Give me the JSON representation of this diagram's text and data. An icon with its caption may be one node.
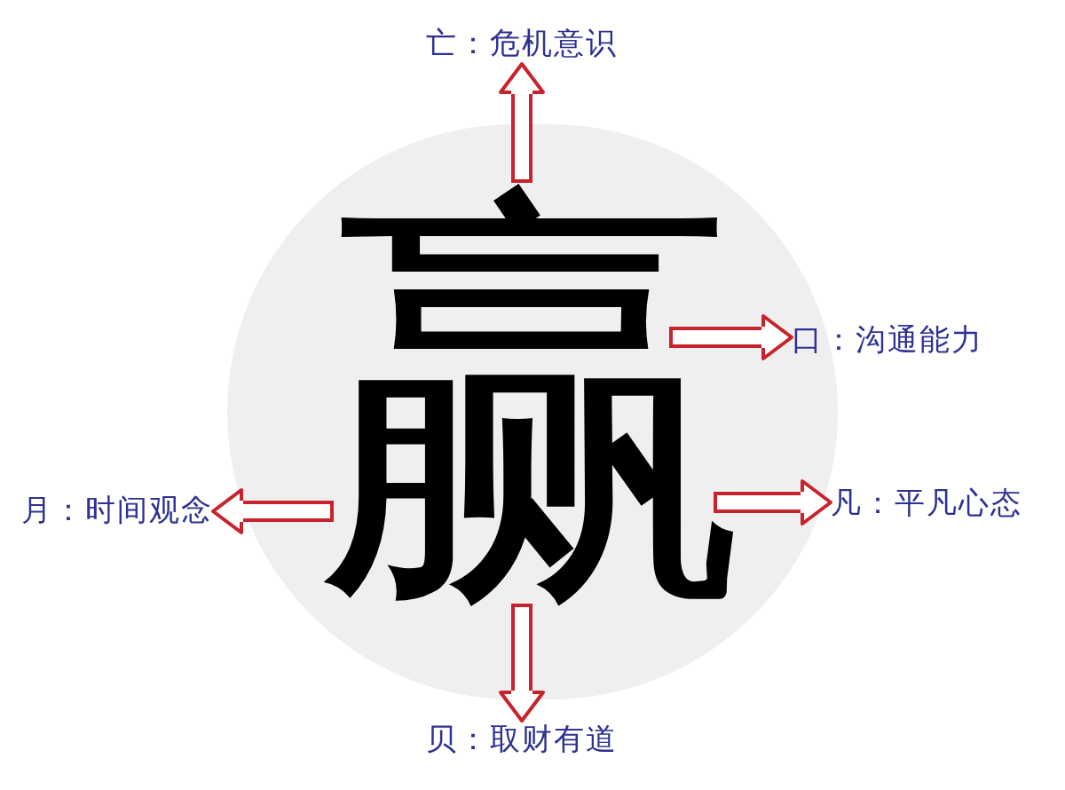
{
  "diagram": {
    "nodes": [
      {
        "text": [
          "亡：危机意识"
        ]
      },
      {
        "text": [
          "赢"
        ]
      },
      {
        "text": [
          "口：沟通能力"
        ]
      },
      {
        "text": [
          "月：时间观念"
        ]
      },
      {
        "text": [
          "凡：平凡心态"
        ]
      },
      {
        "text": [
          "贝：取财有道"
        ]
      }
    ],
    "edges": [
      {
        "from": 1,
        "to": 0,
        "arrow": "to"
      },
      {
        "from": 1,
        "to": 2,
        "arrow": "to"
      },
      {
        "from": 1,
        "to": 3,
        "arrow": "to"
      },
      {
        "from": 1,
        "to": 4,
        "arrow": "to"
      },
      {
        "from": 1,
        "to": 5,
        "arrow": "to"
      }
    ]
  }
}
